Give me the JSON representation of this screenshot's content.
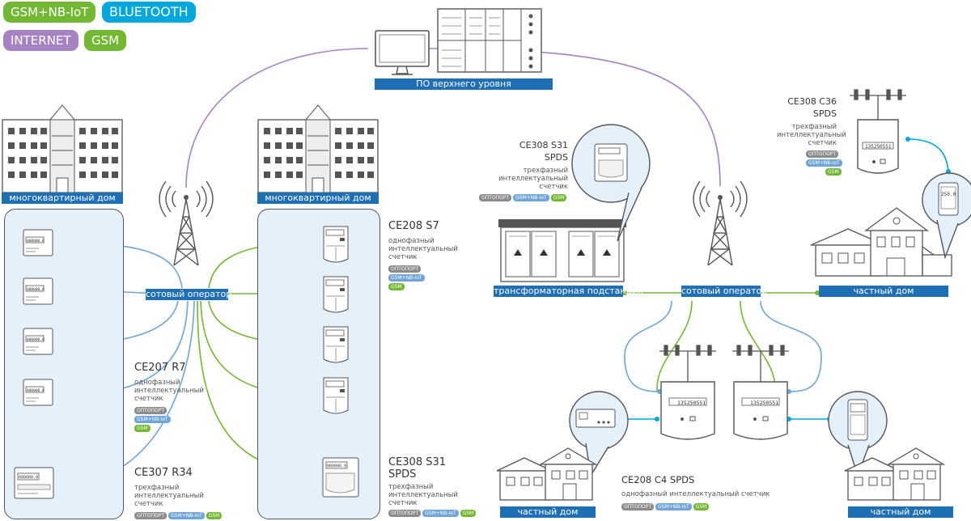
{
  "legend": {
    "gsm_nbiot": "GSM+NB-IoT",
    "bluetooth": "BLUETOOTH",
    "internet": "INTERNET",
    "gsm": "GSM"
  },
  "colors": {
    "gsm_nbiot": "#72b832",
    "bluetooth": "#00a7de",
    "internet": "#a583c2",
    "gsm": "#72b832",
    "bar": "#1f6fb4",
    "panel": "#e4f1fa",
    "nb_tag": "#6fa5d9",
    "opto_tag": "#8c8c8c"
  },
  "labels": {
    "server": "ПО верхнего уровня",
    "apartment_left": "многоквартирный дом",
    "apartment_right": "многоквартирный дом",
    "operator_left": "сотовый оператор",
    "operator_right": "сотовый оператор",
    "substation": "трансформаторная подстанция",
    "private_house_right": "частный дом",
    "private_house_bottom_left": "частный дом",
    "private_house_bottom_right": "частный дом"
  },
  "tags": {
    "opto": "ОПТОПОРТ",
    "nbiot": "GSM+NB-IoT",
    "gsm": "GSM"
  },
  "devices": {
    "ce207": {
      "title": "CE207 R7",
      "desc": [
        "однофазный",
        "интеллектуальный",
        "счетчик"
      ]
    },
    "ce307": {
      "title": "CE307 R34",
      "desc": [
        "трехфазный",
        "интеллектуальный",
        "счетчик"
      ]
    },
    "ce208s7": {
      "title": "CE208 S7",
      "desc": [
        "однофазный",
        "интеллектуальный",
        "счетчик"
      ]
    },
    "ce308s31_bottom": {
      "title": "CE308 S31",
      "subtitle": "SPDS",
      "desc": [
        "трехфазный",
        "интеллектуальный",
        "счетчик"
      ]
    },
    "ce308s31_sub": {
      "title": "CE308 S31",
      "subtitle": "SPDS",
      "desc": [
        "трехфазный",
        "интеллектуальный",
        "счетчик"
      ]
    },
    "ce308c36": {
      "title": "CE308 C36",
      "subtitle": "SPDS",
      "desc": [
        "трехфазный",
        "интеллектуальный",
        "счетчик"
      ]
    },
    "ce208c4": {
      "title": "CE208 C4 SPDS",
      "desc": [
        "однофазный интеллектуальный счетчик"
      ]
    }
  },
  "meter_readings": {
    "reading_a": "135250551",
    "reading_b": "135250551",
    "reading_c": "135250551",
    "display": "250.0"
  }
}
